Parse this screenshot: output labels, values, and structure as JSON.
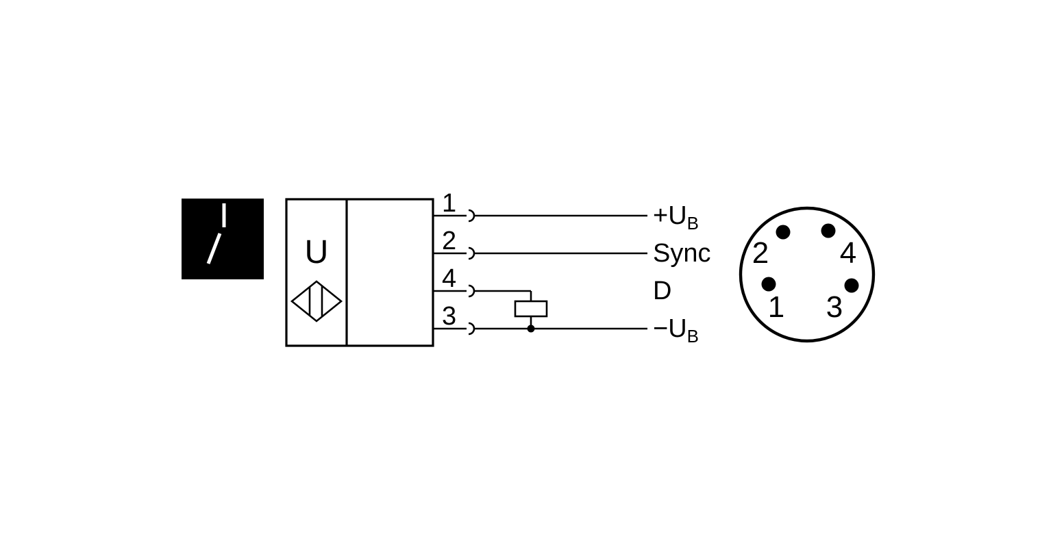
{
  "diagram": {
    "title": "sensor-wiring-diagram",
    "colors": {
      "foreground": "#000000",
      "background": "#ffffff",
      "icon_background": "#000000"
    },
    "sensor": {
      "type_letter": "U"
    },
    "rows": [
      {
        "pin": "1",
        "signal": "+U",
        "signal_sub": "B"
      },
      {
        "pin": "2",
        "signal": "Sync",
        "signal_sub": ""
      },
      {
        "pin": "4",
        "signal": "D",
        "signal_sub": ""
      },
      {
        "pin": "3",
        "signal": "−U",
        "signal_sub": "B"
      }
    ],
    "connector_view": {
      "pins": [
        "2",
        "4",
        "1",
        "3"
      ]
    }
  }
}
